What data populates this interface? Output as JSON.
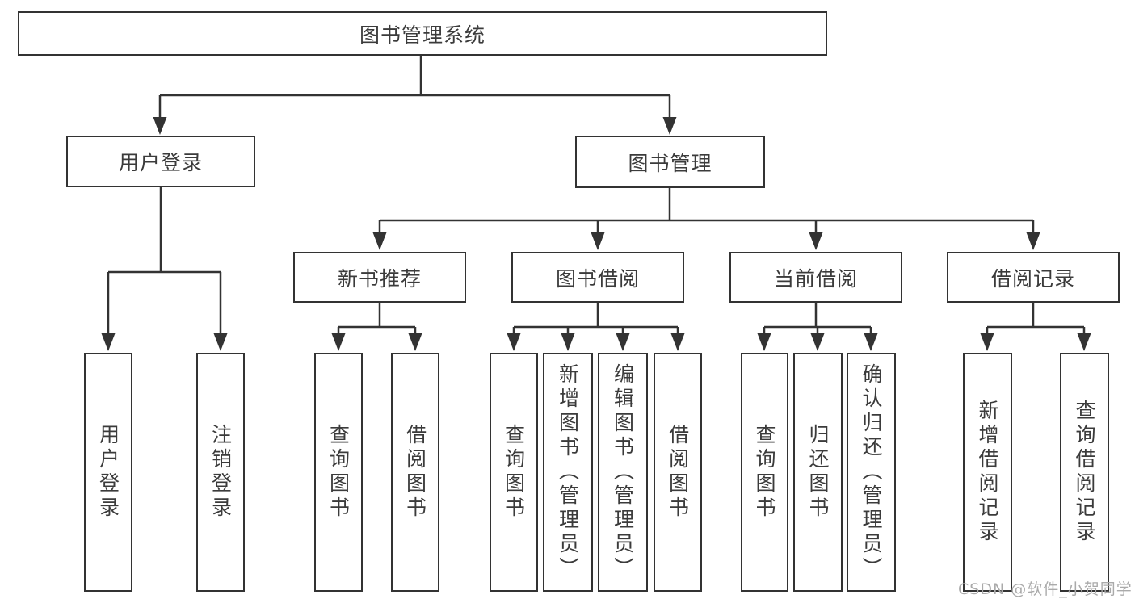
{
  "title": {
    "label": "图书管理系统"
  },
  "level2": [
    {
      "label": "用户登录"
    },
    {
      "label": "图书管理"
    }
  ],
  "level3": [
    {
      "label": "新书推荐"
    },
    {
      "label": "图书借阅"
    },
    {
      "label": "当前借阅"
    },
    {
      "label": "借阅记录"
    }
  ],
  "leaves": [
    {
      "label": "用户登录"
    },
    {
      "label": "注销登录"
    },
    {
      "label": "查询图书"
    },
    {
      "label": "借阅图书"
    },
    {
      "label": "查询图书"
    },
    {
      "label": "新增图书（管理员）"
    },
    {
      "label": "编辑图书（管理员）"
    },
    {
      "label": "借阅图书"
    },
    {
      "label": "查询图书"
    },
    {
      "label": "归还图书"
    },
    {
      "label": "确认归还（管理员）"
    },
    {
      "label": "新增借阅记录"
    },
    {
      "label": "查询借阅记录"
    }
  ],
  "watermark": {
    "text": "CSDN @软件_小贺同学"
  },
  "colors": {
    "line": "#333333",
    "text": "#3b3b3b",
    "background": "#ffffff",
    "watermark": "#aaaaaa"
  }
}
